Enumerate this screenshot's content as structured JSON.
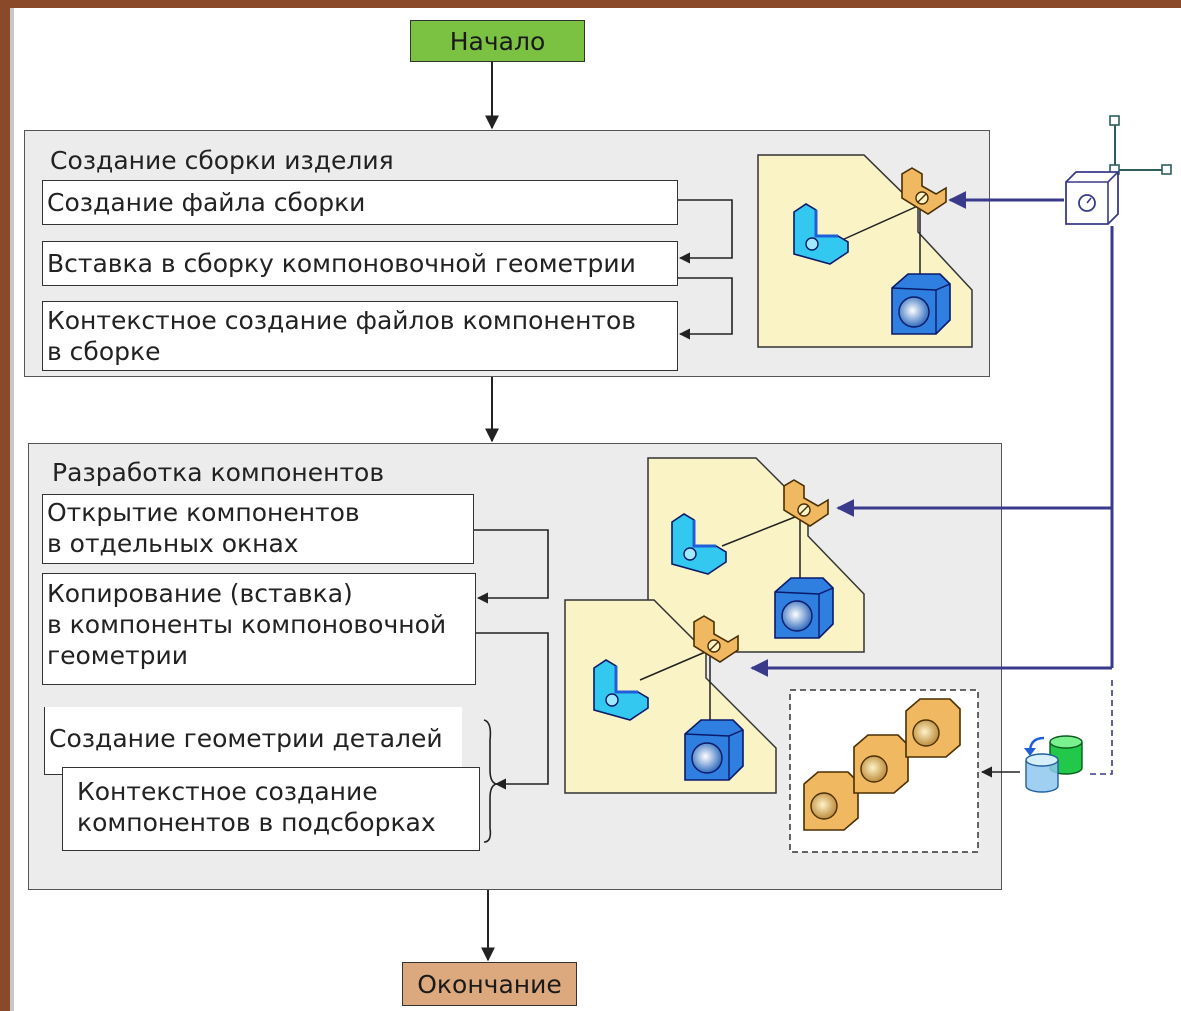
{
  "flow": {
    "start_label": "Начало",
    "end_label": "Окончание"
  },
  "stage1": {
    "title": "Создание сборки изделия",
    "steps": [
      "Создание файла сборки",
      "Вставка в сборку компоновочной геометрии",
      "Контекстное создание файлов компонентов\nв сборке"
    ]
  },
  "stage2": {
    "title": "Разработка компонентов",
    "steps": [
      "Открытие компонентов\nв отдельных окнах",
      "Копирование (вставка)\nв компоненты компоновочной\nгеометрии",
      "Создание геометрии деталей",
      "Контекстное создание\nкомпонентов в подсборках"
    ]
  },
  "colors": {
    "start": "#7cc242",
    "end": "#dba97d",
    "panel": "#faf3c6",
    "link": "#3a3a8c",
    "assembly_icon": "#f0b860",
    "part_icon": "#2f7fe0",
    "frame": "#8a4a2a"
  },
  "icons": [
    "assembly-icon",
    "part-icon",
    "layout-geometry-icon",
    "library-icon"
  ]
}
